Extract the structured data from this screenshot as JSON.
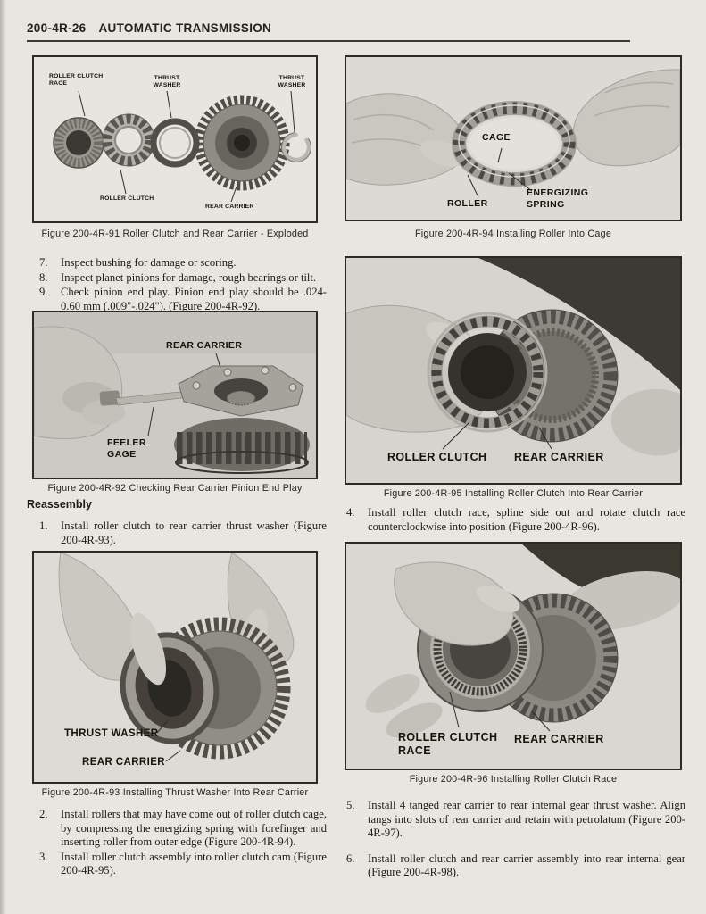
{
  "colors": {
    "paper": "#e8e6e1",
    "ink": "#1b1a15",
    "rule": "#3a3934",
    "photo_light": "#e2e1dc",
    "photo_mid": "#d5d4cf",
    "dark_clothing": "#3c3a34"
  },
  "header": {
    "code": "200-4R-26",
    "title": "AUTOMATIC TRANSMISSION"
  },
  "sections": {
    "reassembly_heading": "Reassembly"
  },
  "steps_inspect": [
    {
      "num": "7.",
      "text": "Inspect bushing for damage or scoring."
    },
    {
      "num": "8.",
      "text": "Inspect planet pinions for damage, rough bearings or tilt."
    },
    {
      "num": "9.",
      "text": "Check pinion end play. Pinion end play should be .024-0.60 mm (.009\"-.024\"). (Figure 200-4R-92)."
    }
  ],
  "steps_reassembly": [
    {
      "num": "1.",
      "text": "Install roller clutch to rear carrier thrust washer (Figure 200-4R-93)."
    },
    {
      "num": "2.",
      "text": "Install rollers that may have come out of roller clutch cage, by compressing the energizing spring with forefinger and inserting roller from outer edge (Figure 200-4R-94)."
    },
    {
      "num": "3.",
      "text": "Install roller clutch assembly into roller clutch cam (Figure 200-4R-95)."
    },
    {
      "num": "4.",
      "text": "Install roller clutch race, spline side out and rotate clutch race counterclockwise into position (Figure 200-4R-96)."
    },
    {
      "num": "5.",
      "text": "Install 4 tanged rear carrier to rear internal gear thrust washer. Align tangs into slots of rear carrier and retain with petrolatum (Figure 200-4R-97)."
    },
    {
      "num": "6.",
      "text": "Install roller clutch and rear carrier assembly into rear internal gear (Figure 200-4R-98)."
    }
  ],
  "figures": {
    "fig91": {
      "caption": "Figure 200-4R-91 Roller Clutch and Rear Carrier - Exploded",
      "labels": {
        "race": "ROLLER CLUTCH\nRACE",
        "thrust_washer_left": "THRUST\nWASHER",
        "thrust_washer_right": "THRUST\nWASHER",
        "roller_clutch": "ROLLER CLUTCH",
        "rear_carrier": "REAR CARRIER"
      }
    },
    "fig92": {
      "caption": "Figure 200-4R-92 Checking Rear Carrier Pinion End Play",
      "labels": {
        "rear_carrier": "REAR CARRIER",
        "feeler_gage": "FEELER\nGAGE"
      }
    },
    "fig93": {
      "caption": "Figure 200-4R-93 Installing Thrust Washer Into Rear Carrier",
      "labels": {
        "thrust_washer": "THRUST WASHER",
        "rear_carrier": "REAR CARRIER"
      }
    },
    "fig94": {
      "caption": "Figure 200-4R-94 Installing Roller Into Cage",
      "labels": {
        "cage": "CAGE",
        "roller": "ROLLER",
        "energizing_spring": "ENERGIZING\nSPRING"
      }
    },
    "fig95": {
      "caption": "Figure 200-4R-95 Installing Roller Clutch Into Rear Carrier",
      "labels": {
        "roller_clutch": "ROLLER CLUTCH",
        "rear_carrier": "REAR CARRIER"
      }
    },
    "fig96": {
      "caption": "Figure 200-4R-96 Installing Roller Clutch Race",
      "labels": {
        "race": "ROLLER CLUTCH\nRACE",
        "rear_carrier": "REAR CARRIER"
      }
    }
  }
}
